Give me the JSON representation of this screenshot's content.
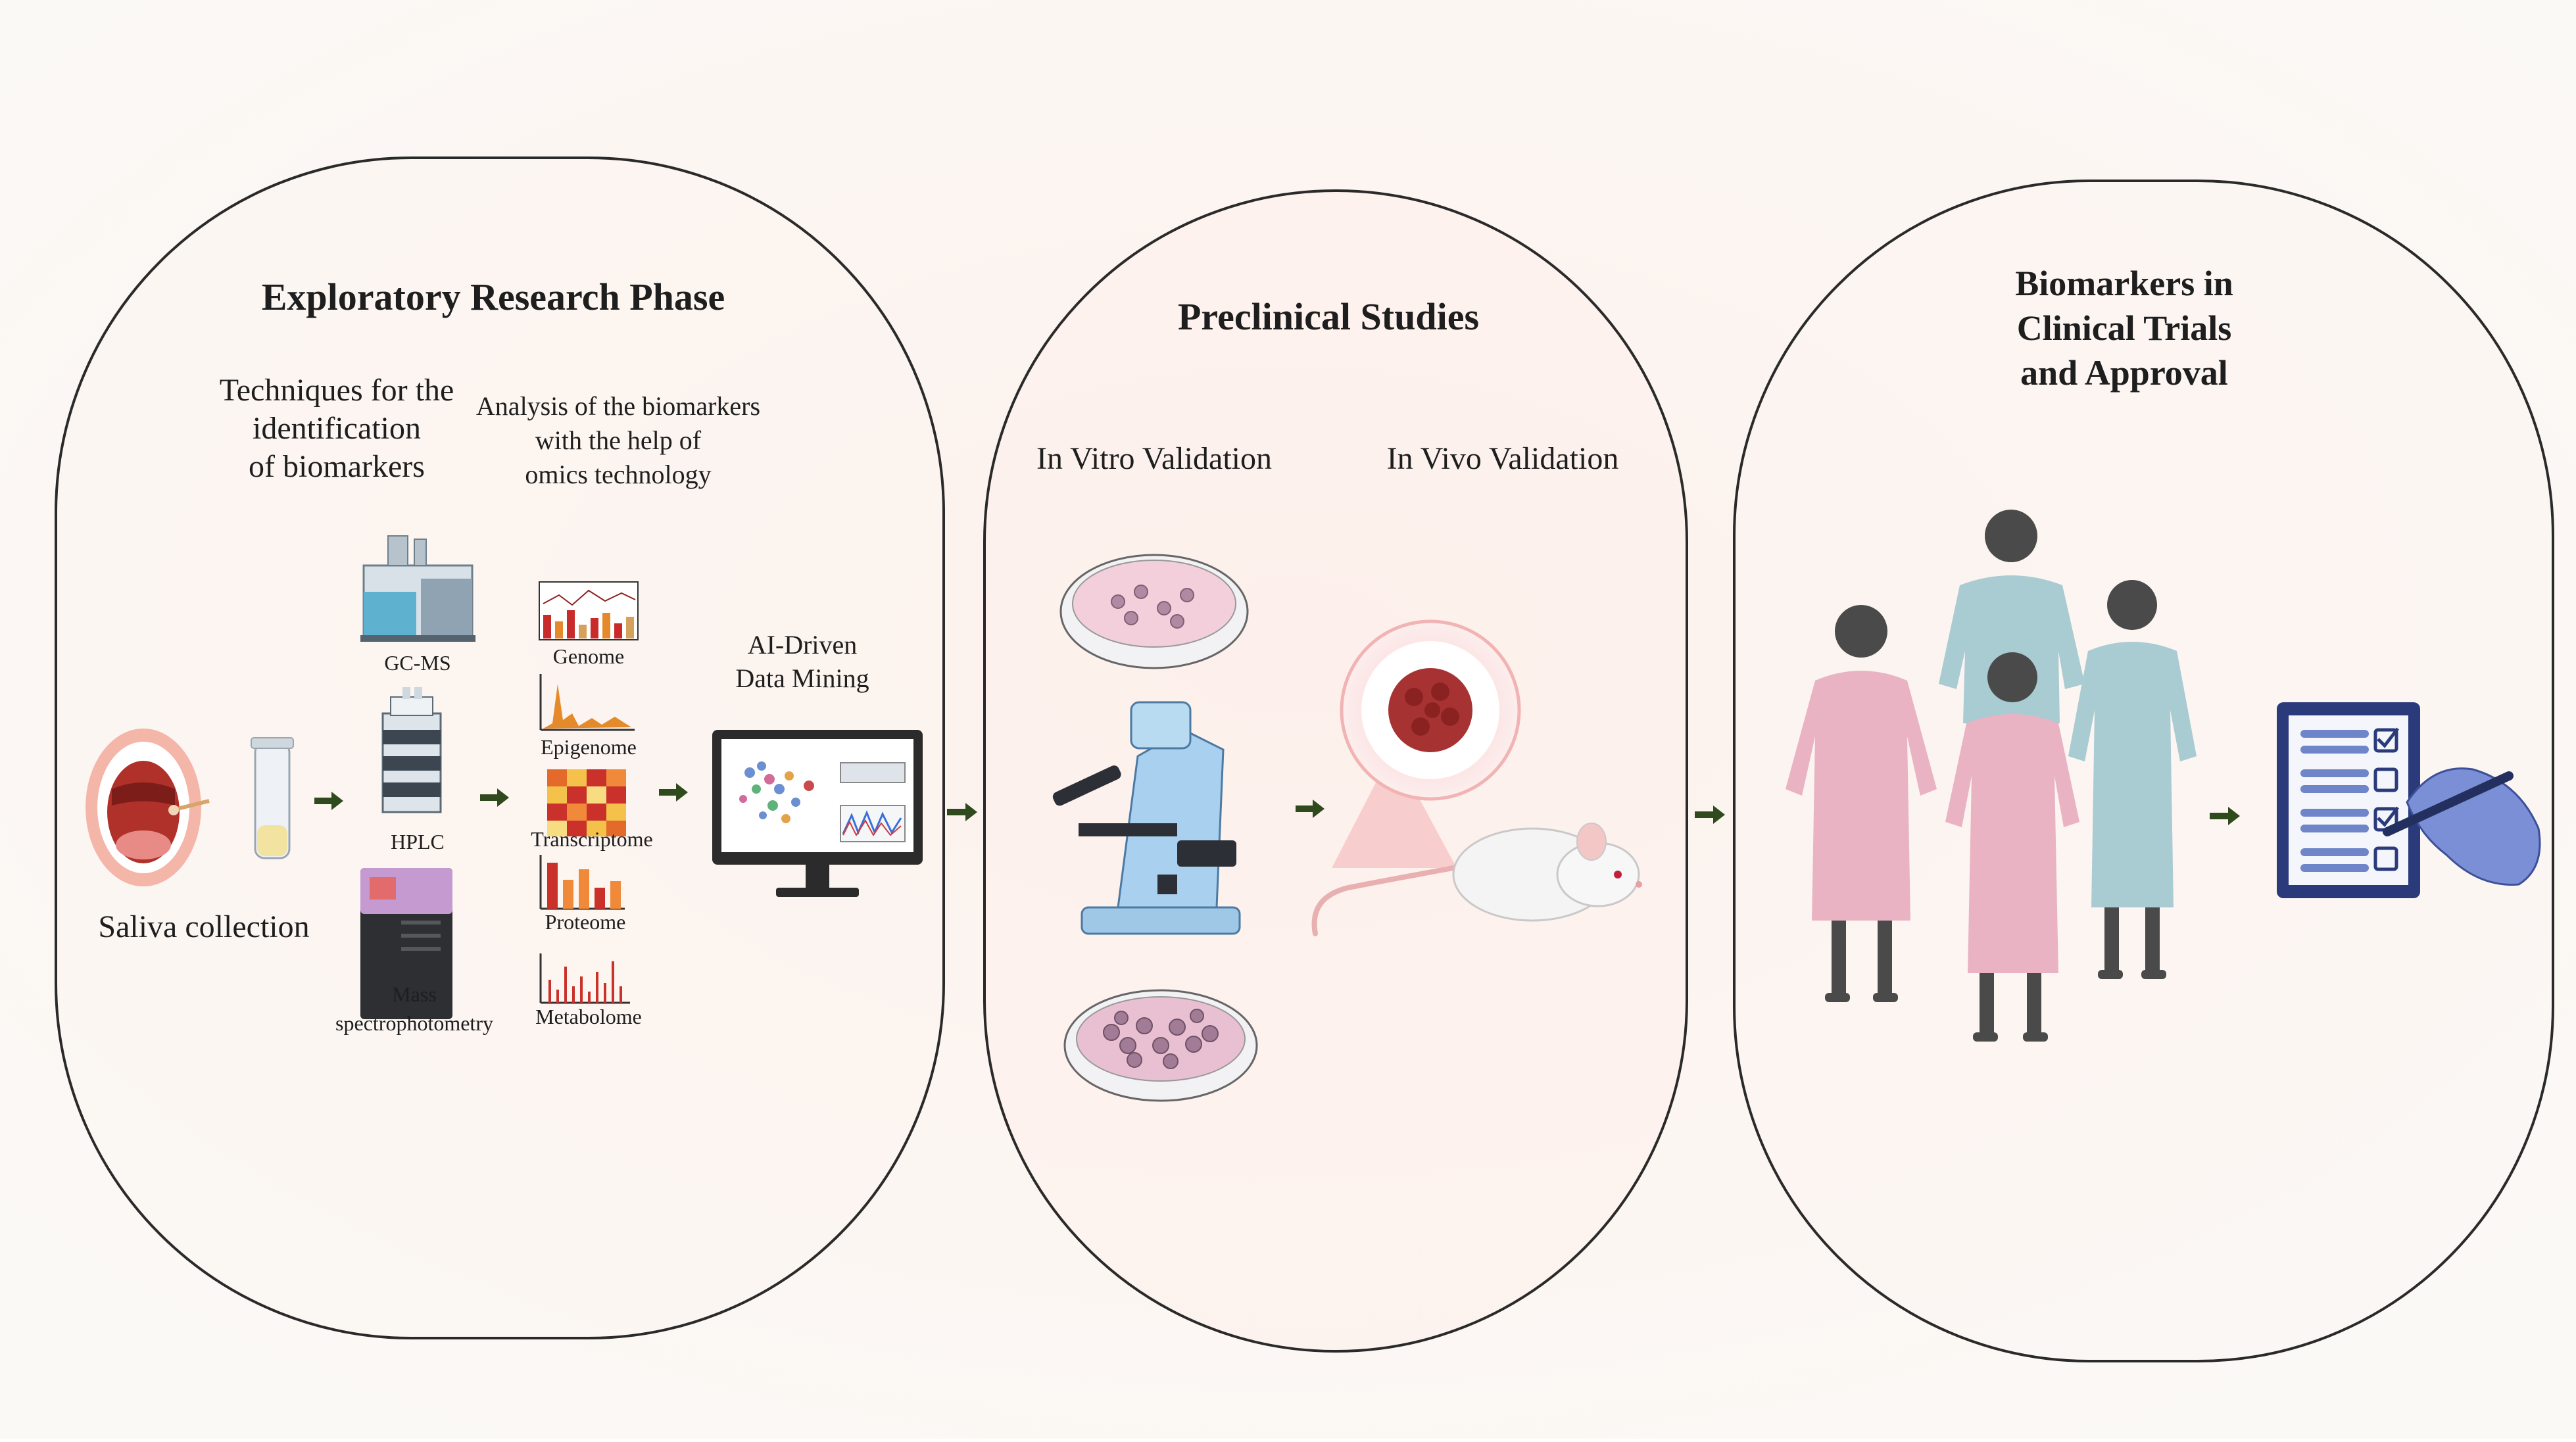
{
  "colors": {
    "background": "#fdf7f3",
    "panel_stroke": "#2a2a2a",
    "arrow": "#2f4a1c",
    "gown_pink": "#e9b3c3",
    "gown_blue": "#a9cbd2",
    "skin": "#4a4a4a",
    "clipboard": "#2b3a7a",
    "hand": "#7b8fd6"
  },
  "exploratory": {
    "title": "Exploratory Research Phase",
    "techniques_line1": "Techniques for the",
    "techniques_line2": "identification",
    "techniques_line3": "of biomarkers",
    "analysis_line1": "Analysis of the biomarkers",
    "analysis_line2": "with the help of",
    "analysis_line3": "omics technology",
    "saliva_label": "Saliva collection",
    "gcms_label": "GC-MS",
    "hplc_label": "HPLC",
    "mass_line1": "Mass",
    "mass_line2": "spectrophotometry",
    "genome_label": "Genome",
    "epigenome_label": "Epigenome",
    "transcriptome_label": "Transcriptome",
    "proteome_label": "Proteome",
    "metabolome_label": "Metabolome",
    "ai_line1": "AI-Driven",
    "ai_line2": "Data Mining"
  },
  "preclinical": {
    "title": "Preclinical Studies",
    "in_vitro_label": "In Vitro Validation",
    "in_vivo_label": "In Vivo Validation"
  },
  "clinical": {
    "title_line1": "Biomarkers in",
    "title_line2": "Clinical Trials",
    "title_line3": "and Approval"
  },
  "icons": [
    "open-mouth-icon",
    "saliva-tube-icon",
    "gc-ms-instrument-icon",
    "hplc-instrument-icon",
    "mass-spectrometer-icon",
    "genome-chart-icon",
    "epigenome-chart-icon",
    "transcriptome-heatmap-icon",
    "proteome-chart-icon",
    "metabolome-chart-icon",
    "monitor-icon",
    "petri-dish-icon",
    "microscope-icon",
    "tumor-icon",
    "mouse-icon",
    "patient-icon",
    "clipboard-icon",
    "hand-pen-icon",
    "arrow-right-icon"
  ]
}
